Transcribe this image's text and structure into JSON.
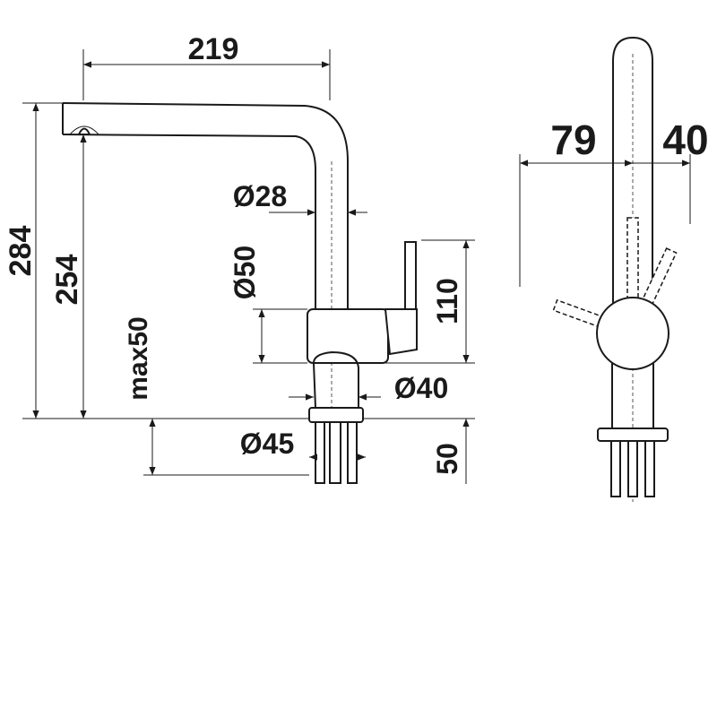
{
  "dimensions": {
    "width_219": "219",
    "height_284": "284",
    "height_254": "254",
    "max50": "max50",
    "dia28": "Ø28",
    "dia50": "Ø50",
    "dia40": "Ø40",
    "dia45": "Ø45",
    "height_110": "110",
    "height_50": "50",
    "side_79": "79",
    "side_40": "40"
  },
  "colors": {
    "line": "#1a1a1a",
    "background": "#ffffff"
  },
  "icons": {
    "arrow": "arrowhead"
  }
}
